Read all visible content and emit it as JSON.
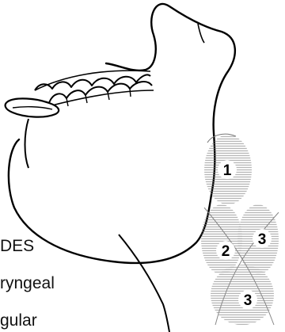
{
  "labels": {
    "line1": "DES",
    "line2": "ryngeal",
    "line3": "gular"
  },
  "node_groups": {
    "upper": "1",
    "middle": "2",
    "right": "3",
    "lower": "3"
  },
  "colors": {
    "ink": "#000000",
    "hatch": "#777777",
    "background": "#ffffff"
  }
}
